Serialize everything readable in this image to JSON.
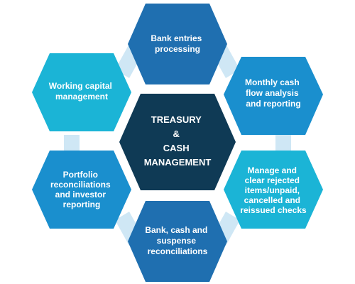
{
  "colors": {
    "center": "#0f3a55",
    "dark_blue": "#1f6fb0",
    "mid_blue": "#1a8fce",
    "cyan": "#1bb4d6",
    "connector": "#cfe7f5"
  },
  "center": {
    "lines": [
      "TREASURY",
      "&",
      "CASH",
      "MANAGEMENT"
    ]
  },
  "nodes": [
    {
      "id": "top",
      "lines": [
        "Bank entries",
        "processing"
      ],
      "color": "#1f6fb0"
    },
    {
      "id": "upper-right",
      "lines": [
        "Monthly cash",
        "flow analysis",
        "and reporting"
      ],
      "color": "#1a8fce"
    },
    {
      "id": "lower-right",
      "lines": [
        "Manage and",
        "clear rejected",
        "items/unpaid,",
        "cancelled and",
        "reissued checks"
      ],
      "color": "#1bb4d6"
    },
    {
      "id": "bottom",
      "lines": [
        "Bank, cash and",
        "suspense",
        "reconciliations"
      ],
      "color": "#1f6fb0"
    },
    {
      "id": "lower-left",
      "lines": [
        "Portfolio",
        "reconciliations",
        "and investor",
        "reporting"
      ],
      "color": "#1a8fce"
    },
    {
      "id": "upper-left",
      "lines": [
        "Working capital",
        "management"
      ],
      "color": "#1bb4d6"
    }
  ]
}
